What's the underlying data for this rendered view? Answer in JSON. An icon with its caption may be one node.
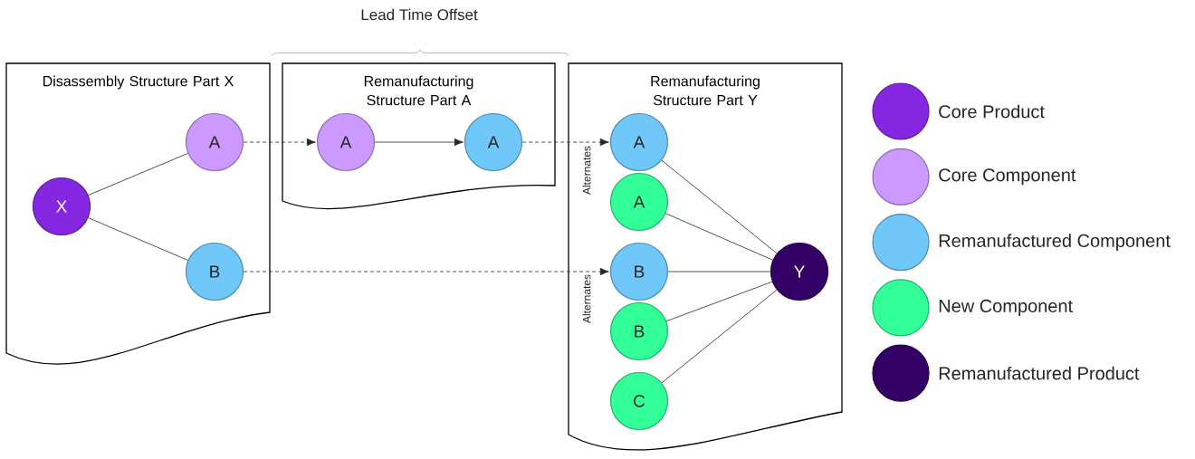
{
  "diagram": {
    "nodes": [
      {
        "text": [
          "Disassembly Structure Part X"
        ]
      },
      {
        "text": [
          "X"
        ],
        "in": 0
      },
      {
        "text": [
          "A"
        ],
        "in": 0
      },
      {
        "text": [
          "B"
        ],
        "in": 0
      },
      {
        "text": [
          "Remanufacturing Structure Part A"
        ]
      },
      {
        "text": [
          "A"
        ],
        "in": 4
      },
      {
        "text": [
          "A"
        ],
        "in": 4
      },
      {
        "text": [
          "Remanufacturing Structure Part Y"
        ]
      },
      {
        "text": [
          "A"
        ],
        "in": 7
      },
      {
        "text": [
          "A"
        ],
        "in": 7
      },
      {
        "text": [
          "B"
        ],
        "in": 7
      },
      {
        "text": [
          "B"
        ],
        "in": 7
      },
      {
        "text": [
          "C"
        ],
        "in": 7
      },
      {
        "text": [
          "Y"
        ],
        "in": 7
      }
    ],
    "edges": [
      {
        "from": 1,
        "to": 2,
        "arrow": "none"
      },
      {
        "from": 1,
        "to": 3,
        "arrow": "none"
      },
      {
        "from": 2,
        "to": 5,
        "arrow": "to",
        "style": "dashed"
      },
      {
        "from": 5,
        "to": 6,
        "arrow": "to"
      },
      {
        "from": 6,
        "to": 8,
        "arrow": "to",
        "style": "dashed"
      },
      {
        "from": 3,
        "to": 10,
        "arrow": "to",
        "style": "dashed"
      },
      {
        "from": 8,
        "to": 13,
        "arrow": "none"
      },
      {
        "from": 9,
        "to": 13,
        "arrow": "none"
      },
      {
        "from": 10,
        "to": 13,
        "arrow": "none"
      },
      {
        "from": 11,
        "to": 13,
        "arrow": "none"
      },
      {
        "from": 12,
        "to": 13,
        "arrow": "none"
      }
    ],
    "labels": [
      "Lead Time Offset",
      "Alternates",
      "Alternates"
    ],
    "legend": [
      {
        "text": "Core Product",
        "color": "#8527e0"
      },
      {
        "text": "Core Component",
        "color": "#cc99ff"
      },
      {
        "text": "Remanufactured Component",
        "color": "#70c8f8"
      },
      {
        "text": "New Component",
        "color": "#33ff99"
      },
      {
        "text": "Remanufactured Product",
        "color": "#330066"
      }
    ]
  }
}
